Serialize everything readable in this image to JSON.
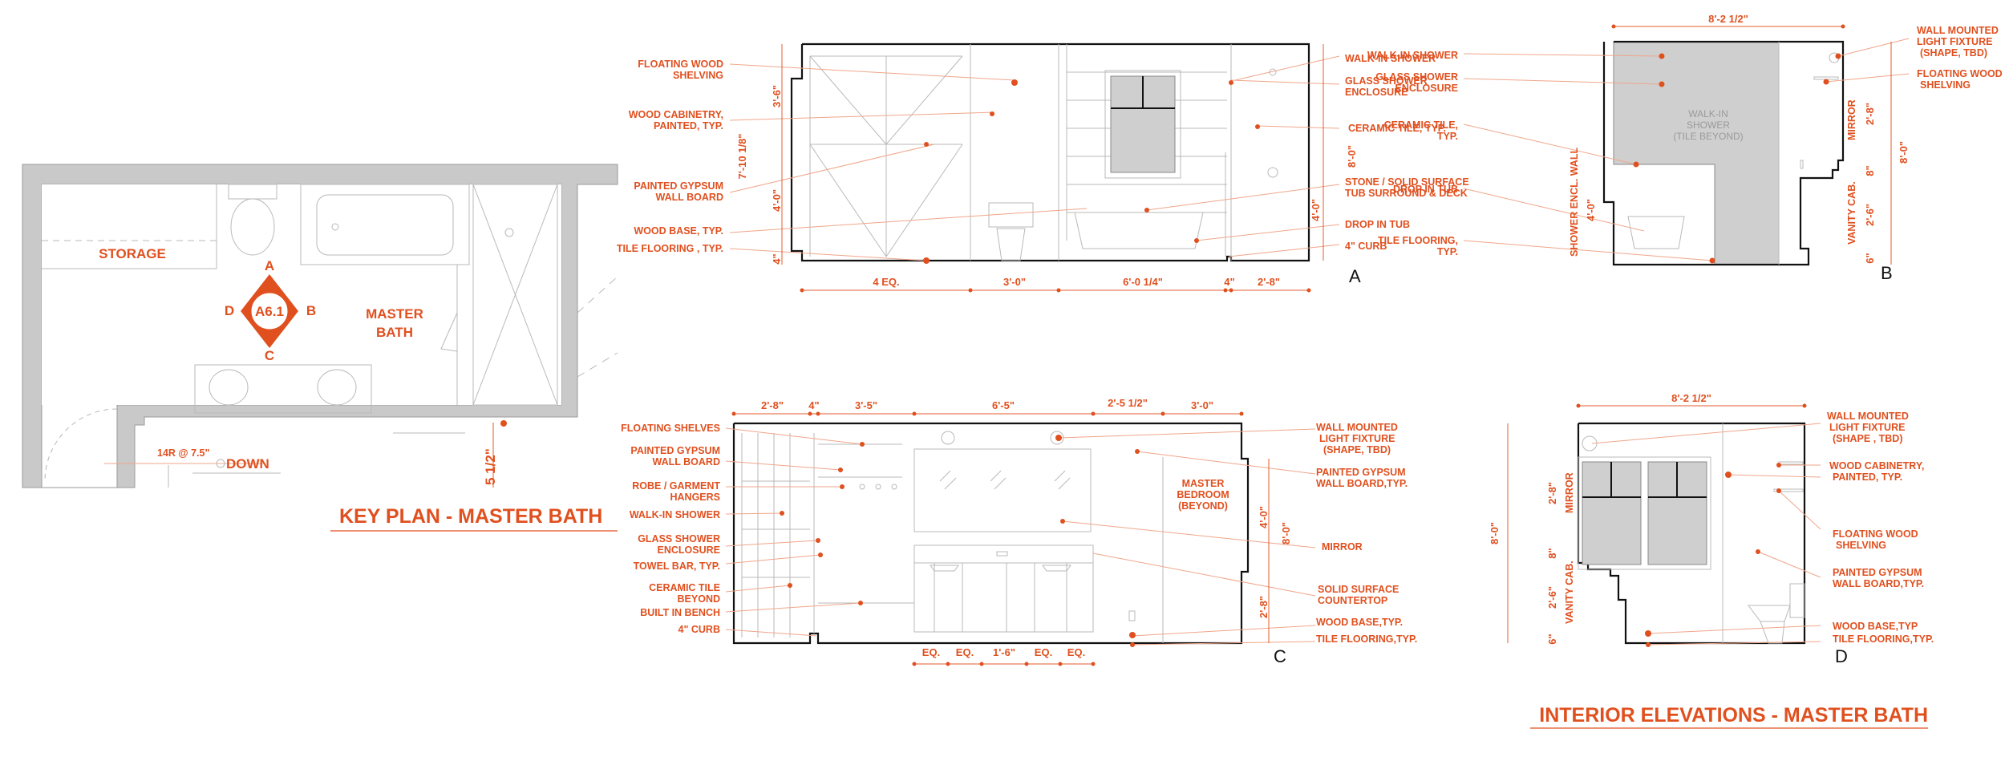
{
  "key_plan": {
    "title": "KEY PLAN - MASTER BATH",
    "rooms": {
      "storage": "STORAGE",
      "master_bath_1": "MASTER",
      "master_bath_2": "BATH"
    },
    "compass": {
      "center": "A6.1",
      "north": "A",
      "south": "C",
      "west": "D",
      "east": "B"
    },
    "stair_riser": "14R @ 7.5\"",
    "stair_down": "DOWN",
    "dim_vertical": "5 1/2\""
  },
  "section_title": "INTERIOR ELEVATIONS - MASTER BATH",
  "elevation_a": {
    "tag": "A",
    "left_labels": [
      "FLOATING WOOD",
      "SHELVING",
      "WOOD CABINETRY,",
      "PAINTED, TYP.",
      "PAINTED GYPSUM",
      "WALL BOARD",
      "WOOD BASE, TYP.",
      "TILE FLOORING , TYP."
    ],
    "right_labels": [
      "WALK-IN SHOWER",
      "GLASS SHOWER",
      "ENCLOSURE",
      "CERAMIC TILE, TYP.",
      "STONE / SOLID SURFACE",
      "TUB SURROUND & DECK",
      "DROP IN TUB",
      "4\" CURB"
    ],
    "dims_bottom": [
      "4 EQ.",
      "3'-0\"",
      "6'-0 1/4\"",
      "4\"",
      "2'-8\""
    ],
    "dims_left": [
      "3'-6\"",
      "7'-10 1/8\"",
      "4'-0\"",
      "4\""
    ],
    "dims_right": [
      "8'-0\"",
      "4'-0\""
    ]
  },
  "elevation_b": {
    "tag": "B",
    "dim_top": "8'-2 1/2\"",
    "left_labels": [
      "WALK-IN SHOWER",
      "GLASS SHOWER",
      "ENCLOSURE",
      "CERAMIC TILE,",
      "TYP.",
      "DROP IN TUB",
      "TILE FLOORING,",
      "TYP."
    ],
    "right_labels": [
      "WALL MOUNTED",
      "LIGHT FIXTURE",
      "(SHAPE, TBD)",
      "FLOATING WOOD",
      "SHELVING"
    ],
    "beyond": [
      "WALK-IN",
      "SHOWER",
      "(TILE BEYOND)"
    ],
    "vertical_labels": [
      "SHOWER ENCL. WALL",
      "MIRROR",
      "VANITY CAB."
    ],
    "dims": [
      "4'-0\"",
      "2'-8\"",
      "8\"",
      "2'-6\"",
      "6\"",
      "8'-0\""
    ]
  },
  "elevation_c": {
    "tag": "C",
    "dims_top": [
      "2'-8\"",
      "4\"",
      "3'-5\"",
      "6'-5\"",
      "2'-5 1/2\"",
      "3'-0\""
    ],
    "left_labels": [
      "FLOATING SHELVES",
      "PAINTED GYPSUM",
      "WALL BOARD",
      "ROBE / GARMENT",
      "HANGERS",
      "WALK-IN SHOWER",
      "GLASS SHOWER",
      "ENCLOSURE",
      "TOWEL BAR, TYP.",
      "CERAMIC TILE",
      "BEYOND",
      "BUILT IN BENCH",
      "4\" CURB"
    ],
    "right_labels": [
      "WALL MOUNTED",
      "LIGHT FIXTURE",
      "(SHAPE, TBD)",
      "PAINTED GYPSUM",
      "WALL BOARD,TYP.",
      "MIRROR",
      "SOLID SURFACE",
      "COUNTERTOP",
      "WOOD BASE,TYP.",
      "TILE FLOORING,TYP."
    ],
    "inner_labels": [
      "MASTER",
      "BEDROOM",
      "(BEYOND)"
    ],
    "dims_right": [
      "4'-0\"",
      "8'-0\"",
      "2'-8\""
    ],
    "dims_bottom": [
      "EQ.",
      "EQ.",
      "1'-6\"",
      "EQ.",
      "EQ."
    ]
  },
  "elevation_d": {
    "tag": "D",
    "dim_top": "8'-2 1/2\"",
    "right_labels": [
      "WALL MOUNTED",
      "LIGHT FIXTURE",
      "(SHAPE , TBD)",
      "WOOD CABINETRY,",
      "PAINTED, TYP.",
      "FLOATING WOOD",
      "SHELVING",
      "PAINTED GYPSUM",
      "WALL BOARD,TYP.",
      "WOOD BASE,TYP",
      "TILE FLOORING,TYP."
    ],
    "vertical_labels": [
      "MIRROR",
      "VANITY CAB."
    ],
    "dims_left": [
      "8'-0\"",
      "2'-8\"",
      "8\"",
      "2'-6\"",
      "6\""
    ]
  }
}
